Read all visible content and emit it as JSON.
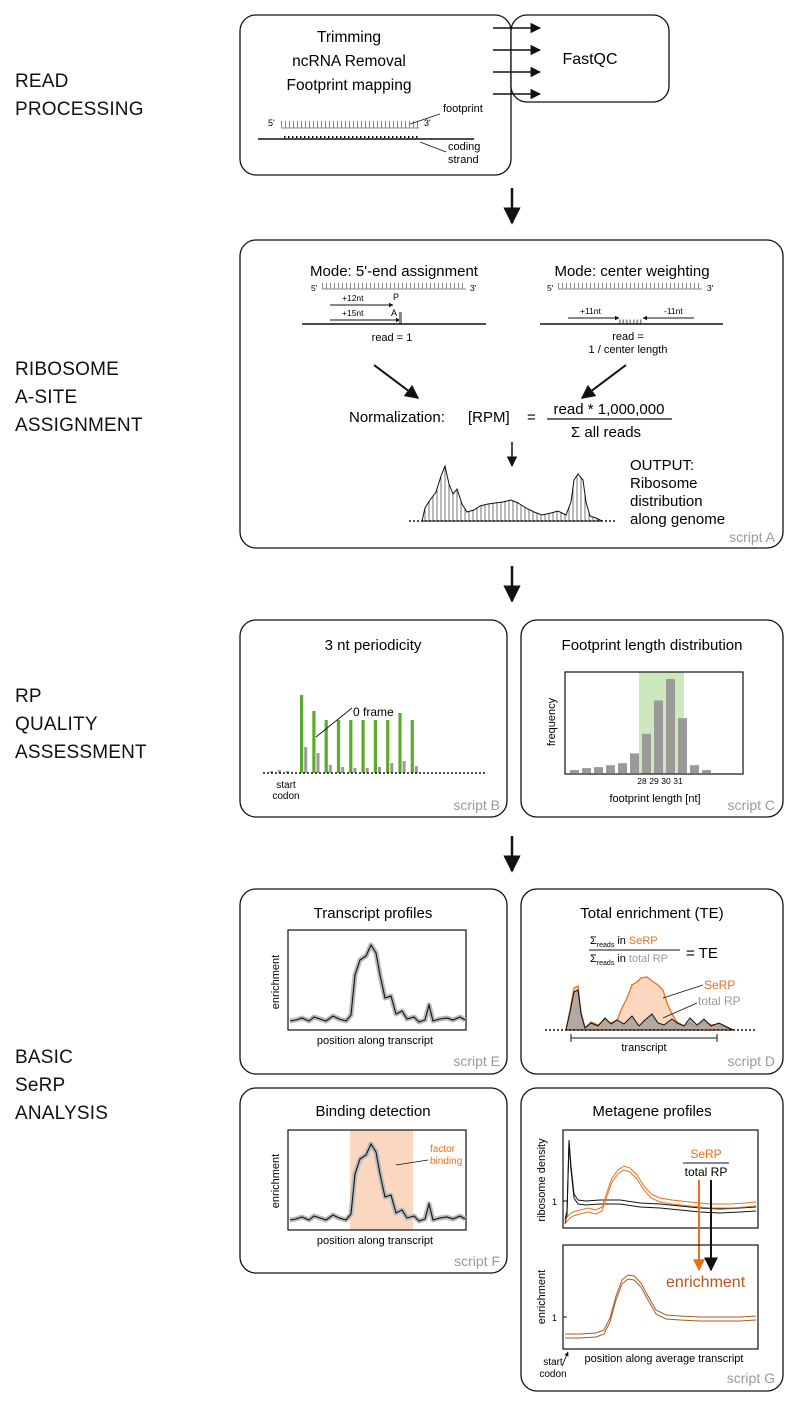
{
  "sections": {
    "read_processing": "READ\nPROCESSING",
    "asite": "RIBOSOME\nA-SITE\nASSIGNMENT",
    "quality": "RP\nQUALITY\nASSESSMENT",
    "basic": "BASIC\nSeRP\nANALYSIS"
  },
  "read_processing": {
    "steps": [
      "Trimming",
      "ncRNA Removal",
      "Footprint mapping"
    ],
    "fastqc": "FastQC",
    "footprint": "footprint",
    "coding_strand": [
      "coding",
      "strand"
    ],
    "five_prime": "5'",
    "three_prime": "3'"
  },
  "asite": {
    "mode1_title": "Mode: 5'-end assignment",
    "mode2_title": "Mode: center weighting",
    "offset_12": "+12nt",
    "offset_15": "+15nt",
    "p_site": "P",
    "a_site": "A",
    "read_1": "read = 1",
    "offset_11": "+11nt",
    "offset_m11": "-11nt",
    "read_center": [
      "read =",
      "1 / center length"
    ],
    "normalization": "Normalization:",
    "rpm": "[RPM]",
    "equals": "=",
    "numerator": "read * 1,000,000",
    "denominator": "Σ all reads",
    "output": [
      "OUTPUT:",
      "Ribosome",
      "distribution",
      "along genome"
    ],
    "script": "script A"
  },
  "periodicity": {
    "title": "3 nt periodicity",
    "frame_label": "0 frame",
    "start_codon": [
      "start",
      "codon"
    ],
    "script": "script B",
    "green_bars": [
      0.78,
      0.62,
      0.53,
      0.53,
      0.53,
      0.53,
      0.53,
      0.53,
      0.6,
      0.53
    ],
    "gray_bars": [
      0.26,
      0.2,
      0.08,
      0.06,
      0.05,
      0.05,
      0.06,
      0.1,
      0.12,
      0.07
    ]
  },
  "footprint_length": {
    "title": "Footprint length distribution",
    "ylabel": "frequency",
    "xlabel": "footprint length [nt]",
    "ticks": [
      "28",
      "29",
      "30",
      "31"
    ],
    "script": "script C",
    "bars": [
      0.03,
      0.05,
      0.06,
      0.08,
      0.1,
      0.2,
      0.4,
      0.74,
      0.96,
      0.56,
      0.08,
      0.03
    ]
  },
  "transcript_profiles": {
    "title": "Transcript profiles",
    "ylabel": "enrichment",
    "xlabel": "position along transcript",
    "script": "script E"
  },
  "total_enrichment": {
    "title": "Total enrichment (TE)",
    "sigma": "Σ",
    "reads_sub": "reads",
    "in_word": "in",
    "serp": "SeRP",
    "total_rp": "total RP",
    "eq_te": "= TE",
    "transcript": "transcript",
    "script": "script D"
  },
  "binding_detection": {
    "title": "Binding detection",
    "ylabel": "enrichment",
    "xlabel": "position along transcript",
    "factor": [
      "factor",
      "binding"
    ],
    "script": "script F"
  },
  "metagene": {
    "title": "Metagene profiles",
    "ylabel_top": "ribosome density",
    "ylabel_bottom": "enrichment",
    "tick_one": "1",
    "serp": "SeRP",
    "total_rp": "total RP",
    "enrichment": "enrichment",
    "xlabel": "position along average transcript",
    "start_codon": [
      "start",
      "codon"
    ],
    "script": "script G"
  },
  "colors": {
    "orange": "#e8701f",
    "green": "#5aac2e",
    "gray_bar": "#9a9a9a",
    "highlight_green": "#cde8bc",
    "highlight_orange": "#fbd7bf",
    "script_gray": "#9a9a9a"
  }
}
